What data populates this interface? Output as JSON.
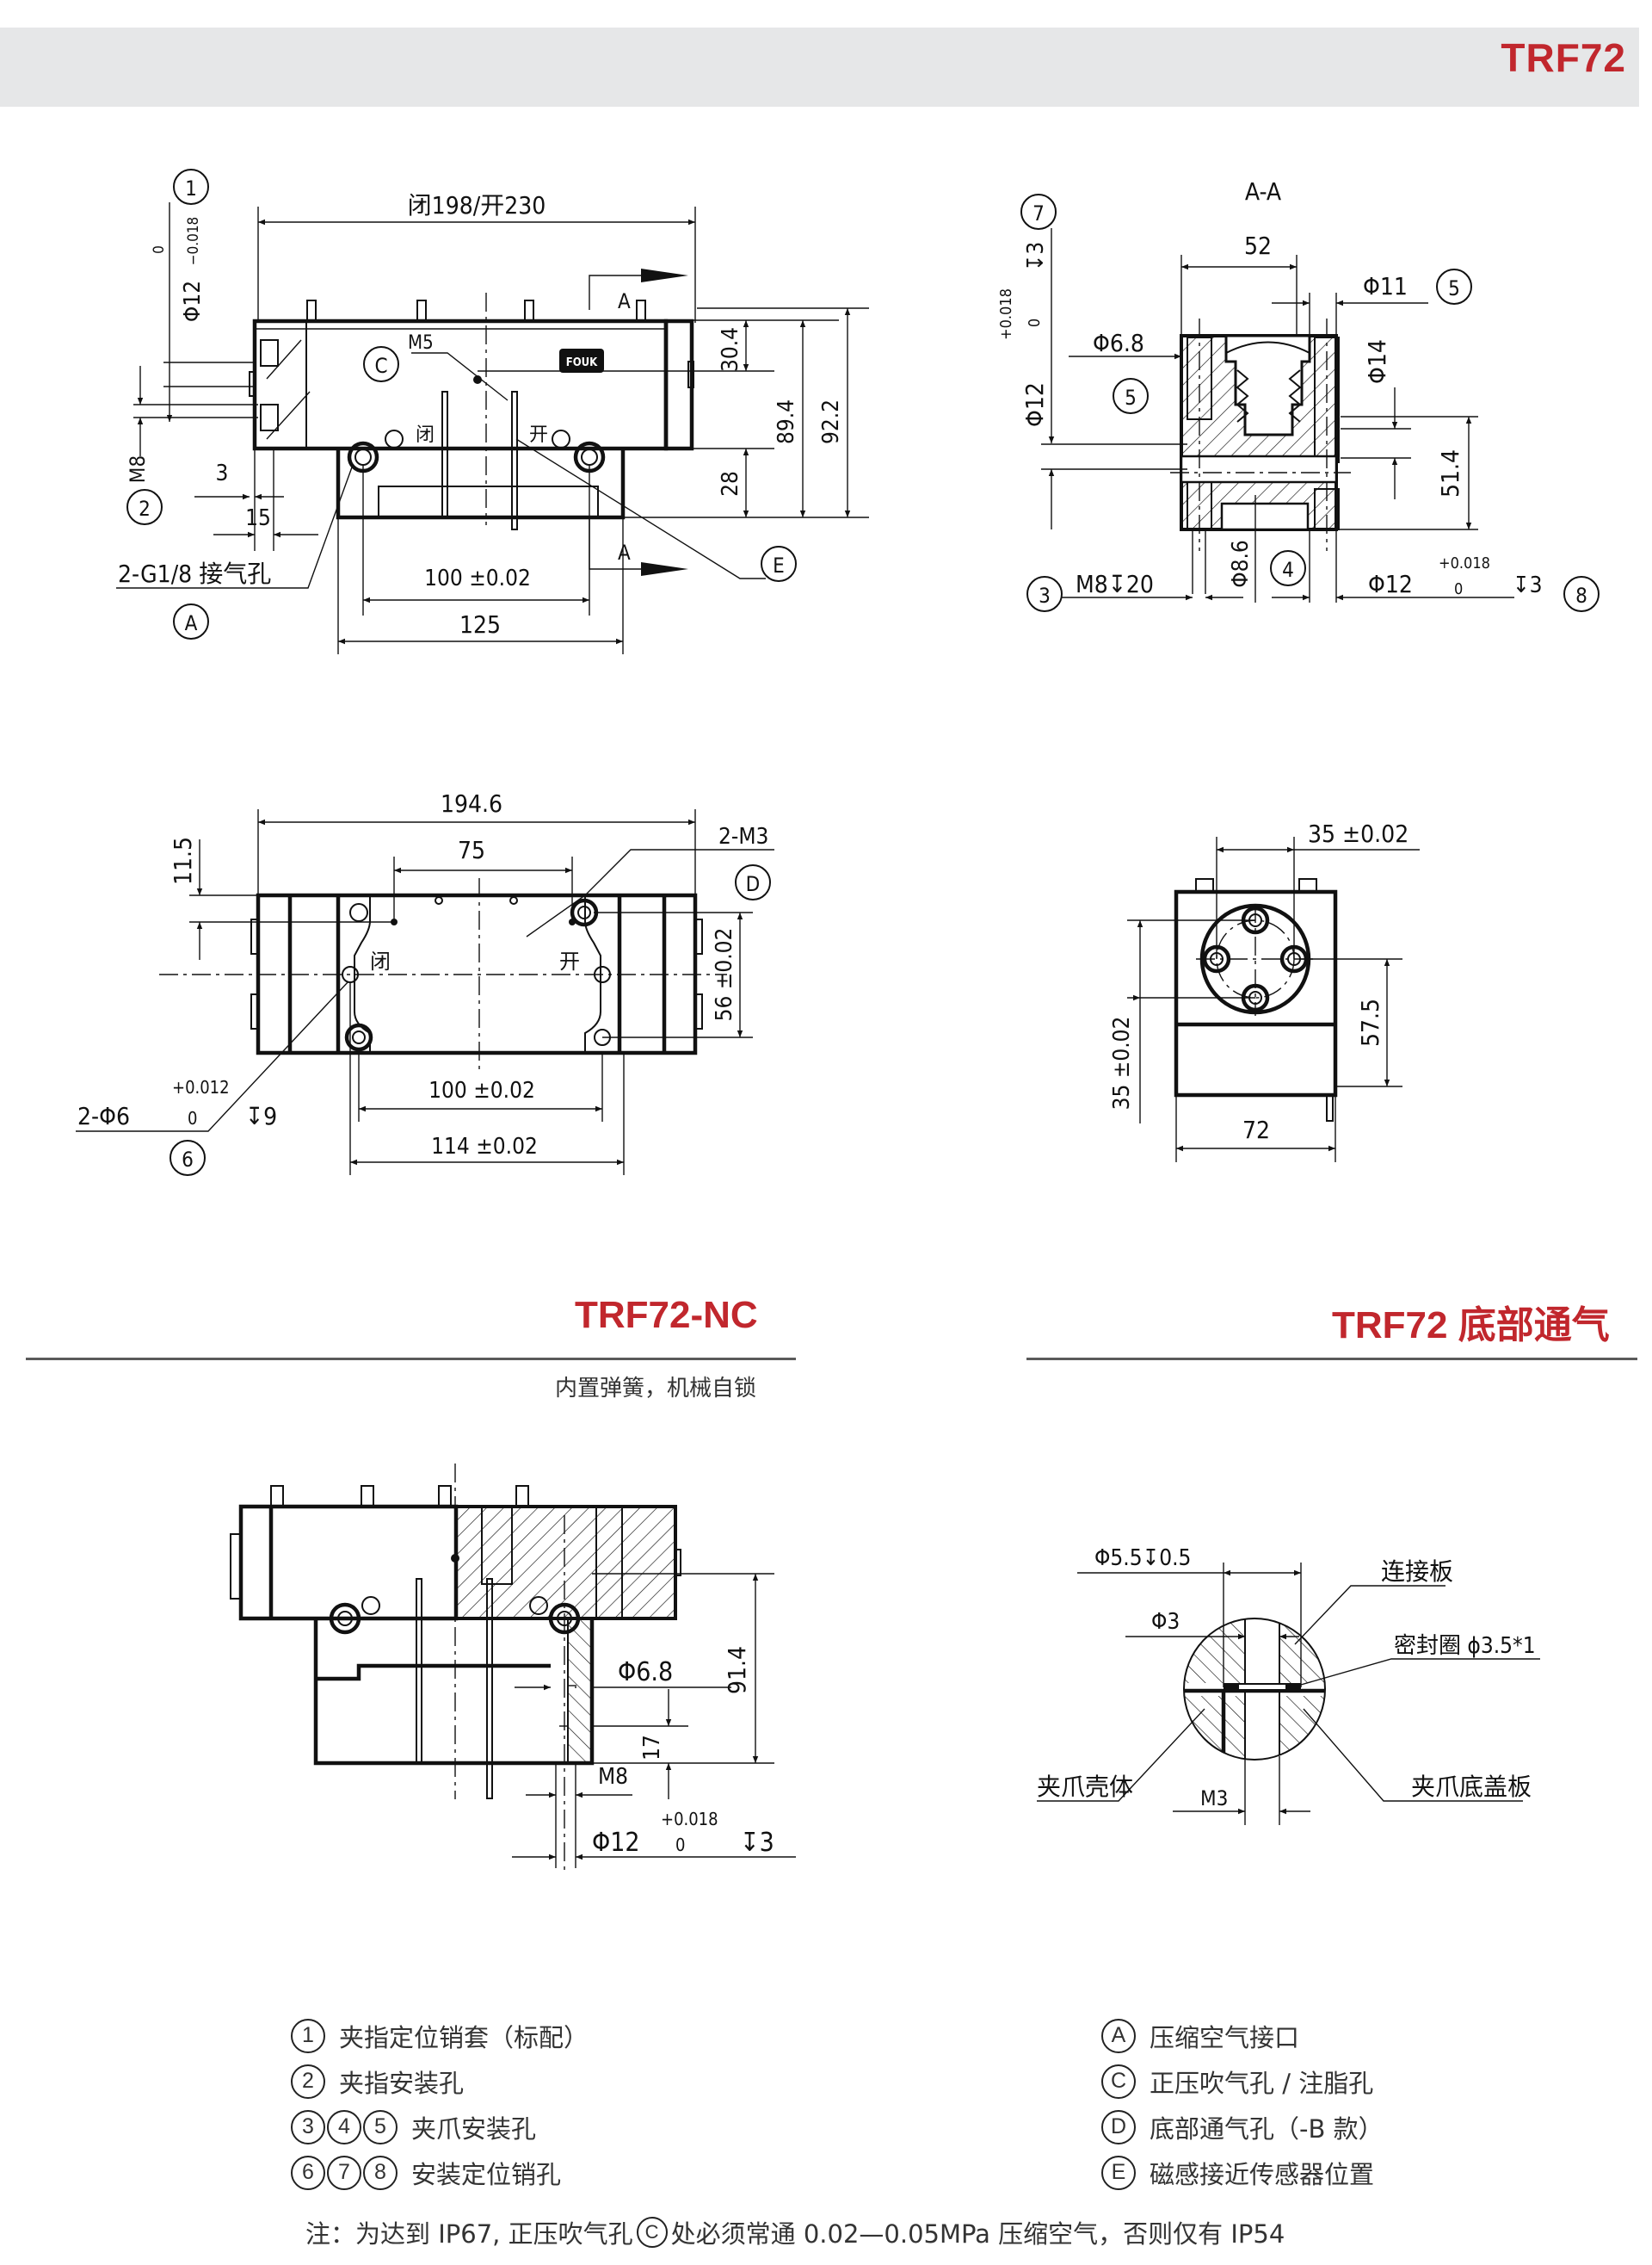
{
  "header": {
    "title": "TRF72",
    "accent_color": "#c1272d",
    "band_color": "#e6e7e8"
  },
  "front_view": {
    "callouts": [
      "1",
      "2",
      "A",
      "C",
      "E"
    ],
    "labels": {
      "overall_length": "闭198/开230",
      "pin_dia": "Φ12",
      "pin_tol_upper": "0",
      "pin_tol_lower": "−0.018",
      "thread": "M8",
      "dim_3": "3",
      "dim_15": "15",
      "air_port": "2-G1/8 接气孔",
      "m5": "M5",
      "section_a": "A",
      "closed": "闭",
      "open": "开",
      "dim_100": "100 ±0.02",
      "dim_125": "125",
      "dim_30_4": "30.4",
      "dim_28": "28",
      "dim_89_4": "89.4",
      "dim_92_2": "92.2",
      "logo": "FOUK"
    }
  },
  "section_view": {
    "title": "A-A",
    "callouts": [
      "7",
      "5",
      "5",
      "3",
      "4",
      "8"
    ],
    "labels": {
      "dim_52": "52",
      "dia_11": "Φ11",
      "dia_6_8": "Φ6.8",
      "dia_14": "Φ14",
      "dim_51_4": "51.4",
      "pin_dia_7": "Φ12",
      "tol_7_upper": "+0.018",
      "tol_7_lower": "0",
      "depth_7": "↧3",
      "m8_depth": "M8↧20",
      "dia_8_6": "Φ8.6",
      "pin_dia_8": "Φ12",
      "tol_8_upper": "+0.018",
      "tol_8_lower": "0",
      "depth_8": "↧3"
    }
  },
  "bottom_view": {
    "callouts": [
      "D",
      "6"
    ],
    "labels": {
      "dim_194_6": "194.6",
      "dim_75": "75",
      "dim_11_5": "11.5",
      "m3": "2-M3",
      "dim_56": "56 ±0.02",
      "dim_100": "100 ±0.02",
      "dim_114": "114 ±0.02",
      "pin_holes": "2-Φ6",
      "tol_upper": "+0.012",
      "tol_lower": "0",
      "depth": "↧9",
      "closed": "闭",
      "open": "开"
    }
  },
  "end_view": {
    "labels": {
      "dim_35_h": "35 ±0.02",
      "dim_35_v": "35 ±0.02",
      "dim_57_5": "57.5",
      "dim_72": "72"
    }
  },
  "nc_section": {
    "title": "TRF72-NC",
    "subtitle": "内置弹簧，机械自锁",
    "labels": {
      "dia_6_8": "Φ6.8",
      "dim_91_4": "91.4",
      "dim_17": "17",
      "m8": "M8",
      "pin_dia": "Φ12",
      "tol_upper": "+0.018",
      "tol_lower": "0",
      "depth": "↧3"
    }
  },
  "bottom_air_section": {
    "title": "TRF72 底部通气",
    "labels": {
      "counterbore": "Φ5.5↧0.5",
      "dia_3": "Φ3",
      "connect_plate": "连接板",
      "seal_ring": "密封圈 ϕ3.5*1",
      "jaw_housing": "夹爪壳体",
      "jaw_bottom_cover": "夹爪底盖板",
      "m3": "M3"
    }
  },
  "legend_left": [
    {
      "badges": [
        "1"
      ],
      "text": "夹指定位销套（标配）"
    },
    {
      "badges": [
        "2"
      ],
      "text": "夹指安装孔"
    },
    {
      "badges": [
        "3",
        "4",
        "5"
      ],
      "text": "夹爪安装孔"
    },
    {
      "badges": [
        "6",
        "7",
        "8"
      ],
      "text": "安装定位销孔"
    }
  ],
  "legend_right": [
    {
      "badges": [
        "A"
      ],
      "text": "压缩空气接口"
    },
    {
      "badges": [
        "C"
      ],
      "text": "正压吹气孔 / 注脂孔"
    },
    {
      "badges": [
        "D"
      ],
      "text": "底部通气孔（-B 款）"
    },
    {
      "badges": [
        "E"
      ],
      "text": "磁感接近传感器位置"
    }
  ],
  "note": {
    "prefix": "注：为达到 IP67, 正压吹气孔",
    "badge": "C",
    "suffix": "处必须常通 0.02—0.05MPa 压缩空气，否则仅有 IP54"
  }
}
